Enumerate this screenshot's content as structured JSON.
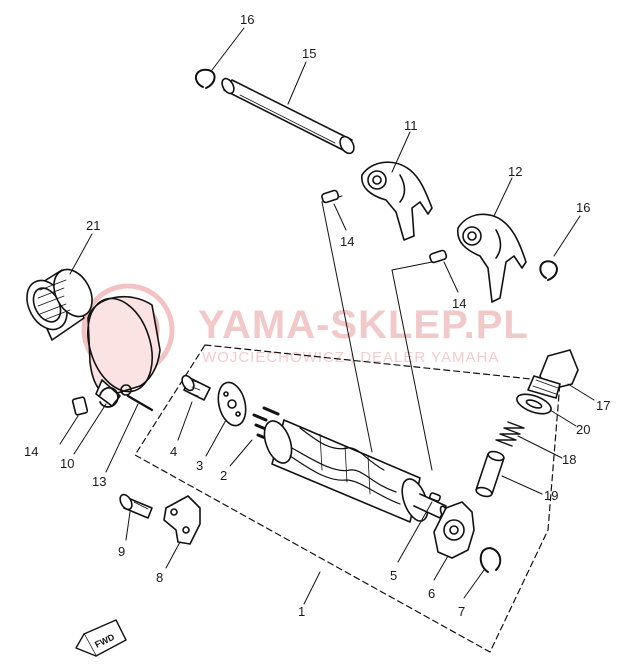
{
  "watermark": {
    "title": "YAMA-SKLEP.PL",
    "subtitle": "WOJCIECHOWICZ | DEALER YAMAHA"
  },
  "direction_marker": "FWD",
  "callouts": {
    "c1": "1",
    "c2": "2",
    "c3": "3",
    "c4": "4",
    "c5": "5",
    "c6": "6",
    "c7": "7",
    "c8": "8",
    "c9": "9",
    "c10": "10",
    "c11": "11",
    "c12": "12",
    "c13": "13",
    "c14a": "14",
    "c14b": "14",
    "c14c": "14",
    "c15": "15",
    "c16a": "16",
    "c16b": "16",
    "c17": "17",
    "c18": "18",
    "c19": "19",
    "c20": "20",
    "c21": "21"
  }
}
